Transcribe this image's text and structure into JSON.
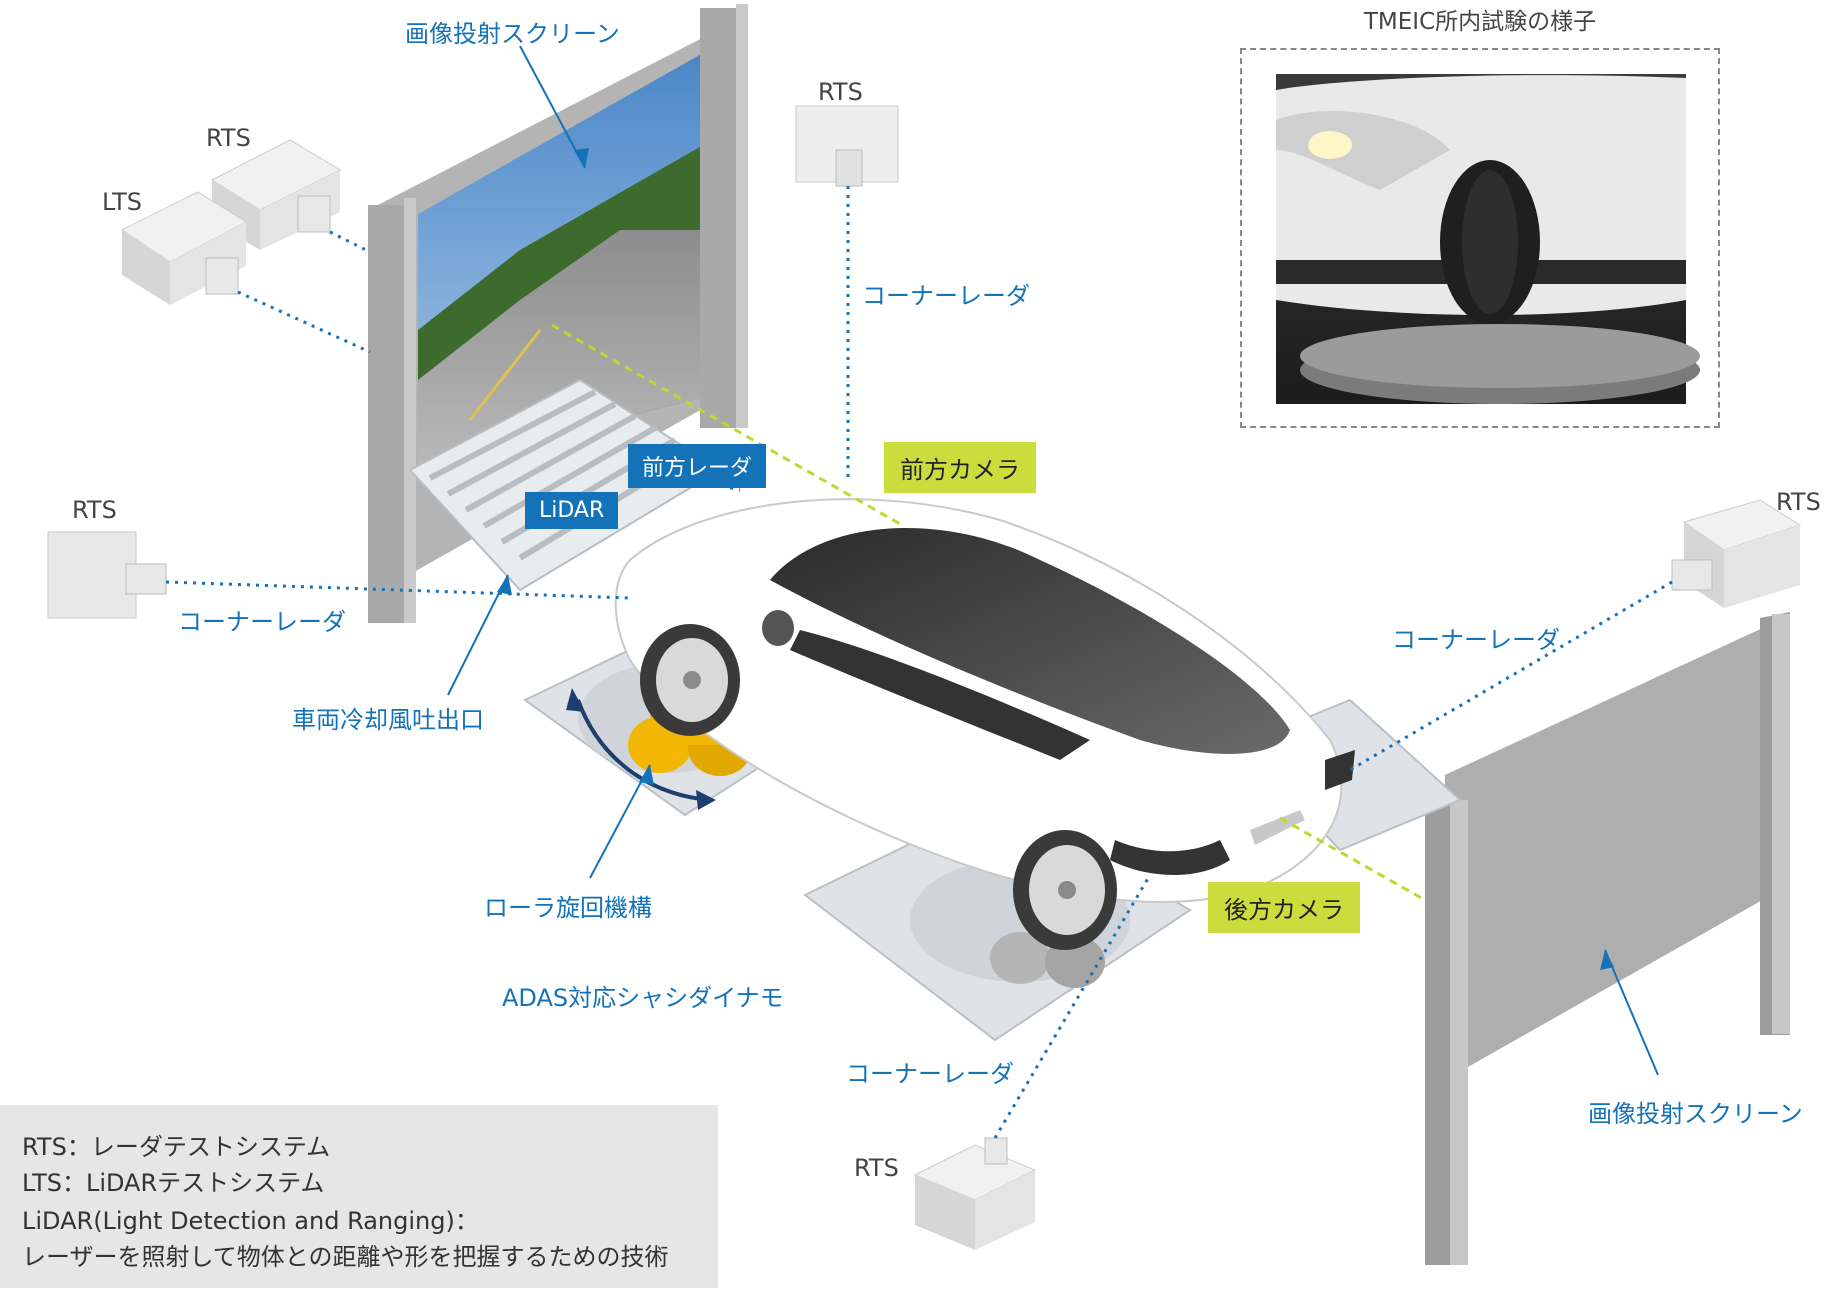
{
  "photo": {
    "title": "TMEIC所内試験の様子"
  },
  "labels": {
    "screen_top": "画像投射スクリーン",
    "screen_right": "画像投射スクリーン",
    "rts": "RTS",
    "lts": "LTS",
    "corner_radar": "コーナーレーダ",
    "front_radar": "前方レーダ",
    "lidar": "LiDAR",
    "front_camera": "前方カメラ",
    "rear_camera": "後方カメラ",
    "cooling": "車両冷却風吐出口",
    "roller": "ローラ旋回機構",
    "dyno": "ADAS対応シャシダイナモ"
  },
  "legend": [
    "RTS：レーダテストシステム",
    "LTS：LiDARテストシステム",
    "LiDAR(Light Detection and Ranging)：",
    "レーザーを照射して物体との距離や形を把握するための技術"
  ],
  "colors": {
    "accent_blue": "#1473b8",
    "accent_green": "#cbdc3c",
    "roller_yellow": "#f2b705"
  }
}
